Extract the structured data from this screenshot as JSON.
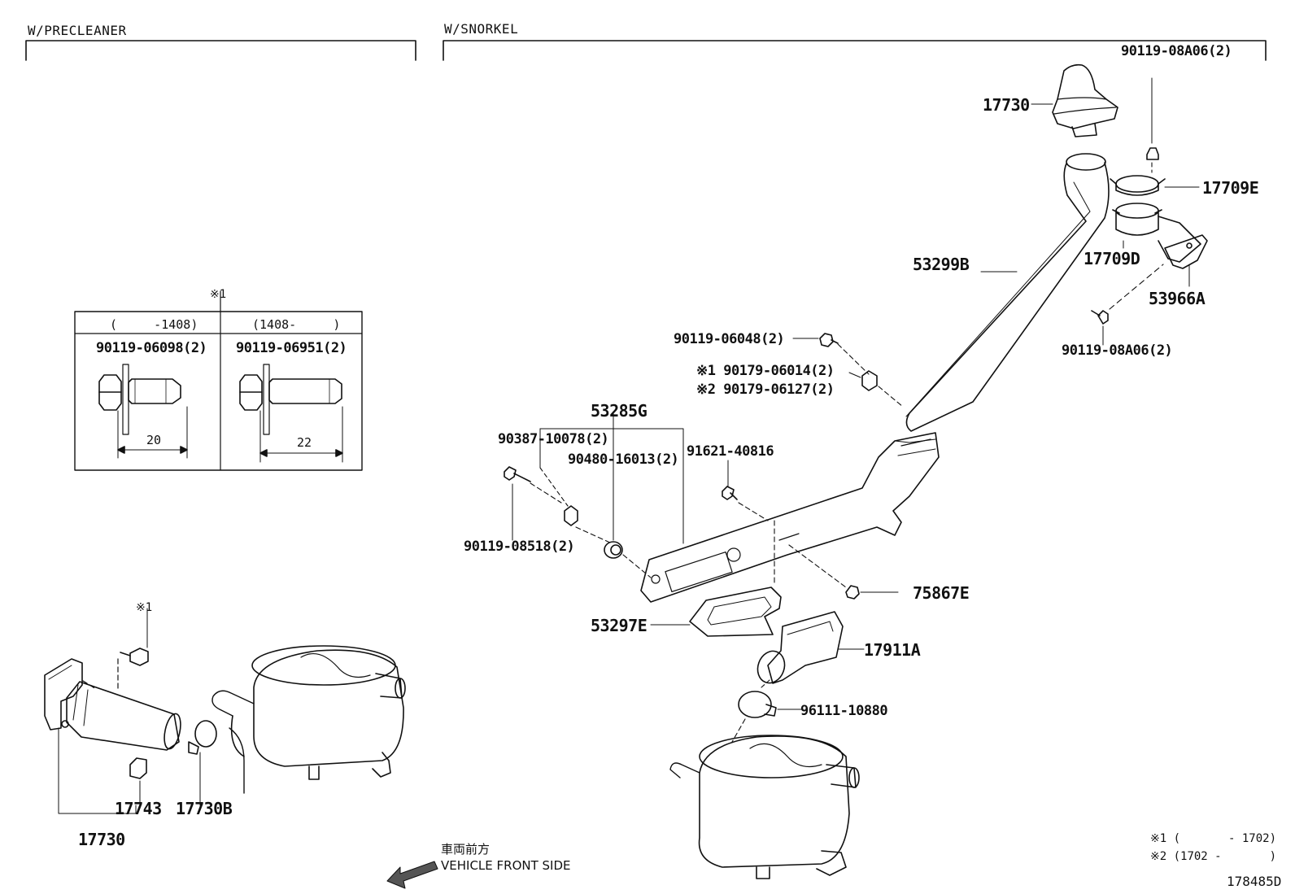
{
  "headers": {
    "precleaner": "W/PRECLEANER",
    "snorkel": "W/SNORKEL"
  },
  "inset": {
    "marker": "※1",
    "col1_range": "(     -1408)",
    "col2_range": "(1408-     )",
    "col1_part": "90119-06098(2)",
    "col2_part": "90119-06951(2)",
    "dim1": "20",
    "dim2": "22"
  },
  "precleaner": {
    "marker": "※1",
    "part_17743": "17743",
    "part_17730b": "17730B",
    "part_17730": "17730"
  },
  "snorkel": {
    "p_90119_08a06_top": "90119-08A06(2)",
    "p_17730": "17730",
    "p_17709e": "17709E",
    "p_17709d": "17709D",
    "p_53299b": "53299B",
    "p_53966a": "53966A",
    "p_90119_08a06_bottom": "90119-08A06(2)",
    "p_90119_06048": "90119-06048(2)",
    "p_90179_06014": "※1 90179-06014(2)",
    "p_90179_06127": "※2 90179-06127(2)",
    "p_53285g": "53285G",
    "p_90387": "90387-10078(2)",
    "p_90480": "90480-16013(2)",
    "p_91621": "91621-40816",
    "p_90119_08518": "90119-08518(2)",
    "p_75867e": "75867E",
    "p_53297e": "53297E",
    "p_17911a": "17911A",
    "p_96111": "96111-10880"
  },
  "footer": {
    "front_jp": "車両前方",
    "front_en": "VEHICLE FRONT SIDE",
    "note1": "※1 (       - 1702)",
    "note2": "※2 (1702 -       )",
    "figure_id": "178485D"
  }
}
